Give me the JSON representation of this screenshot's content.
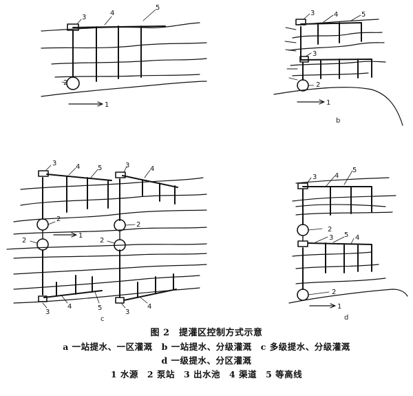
{
  "panels": [
    {
      "id": "a",
      "label": "",
      "callouts": [
        "2",
        "3",
        "4",
        "5",
        "1"
      ]
    },
    {
      "id": "b",
      "label": "b",
      "callouts": [
        "2",
        "3",
        "3",
        "4",
        "5",
        "1"
      ]
    },
    {
      "id": "c",
      "label": "c",
      "callouts": [
        "3",
        "4",
        "5",
        "3",
        "4",
        "2",
        "2",
        "1",
        "2",
        "2",
        "3",
        "4",
        "5",
        "3",
        "4"
      ]
    },
    {
      "id": "d",
      "label": "d",
      "callouts": [
        "3",
        "4",
        "5",
        "2",
        "3",
        "5",
        "4",
        "2",
        "1"
      ]
    }
  ],
  "caption": {
    "title": "图 2　提灌区控制方式示意",
    "line1": "a 一站提水、一区灌溉　b 一站提水、分级灌溉　c 多级提水、分级灌溉",
    "line2": "d 一级提水、分区灌溉",
    "legend": "1 水源　2 泵站　3 出水池　4 渠道　5 等高线"
  }
}
